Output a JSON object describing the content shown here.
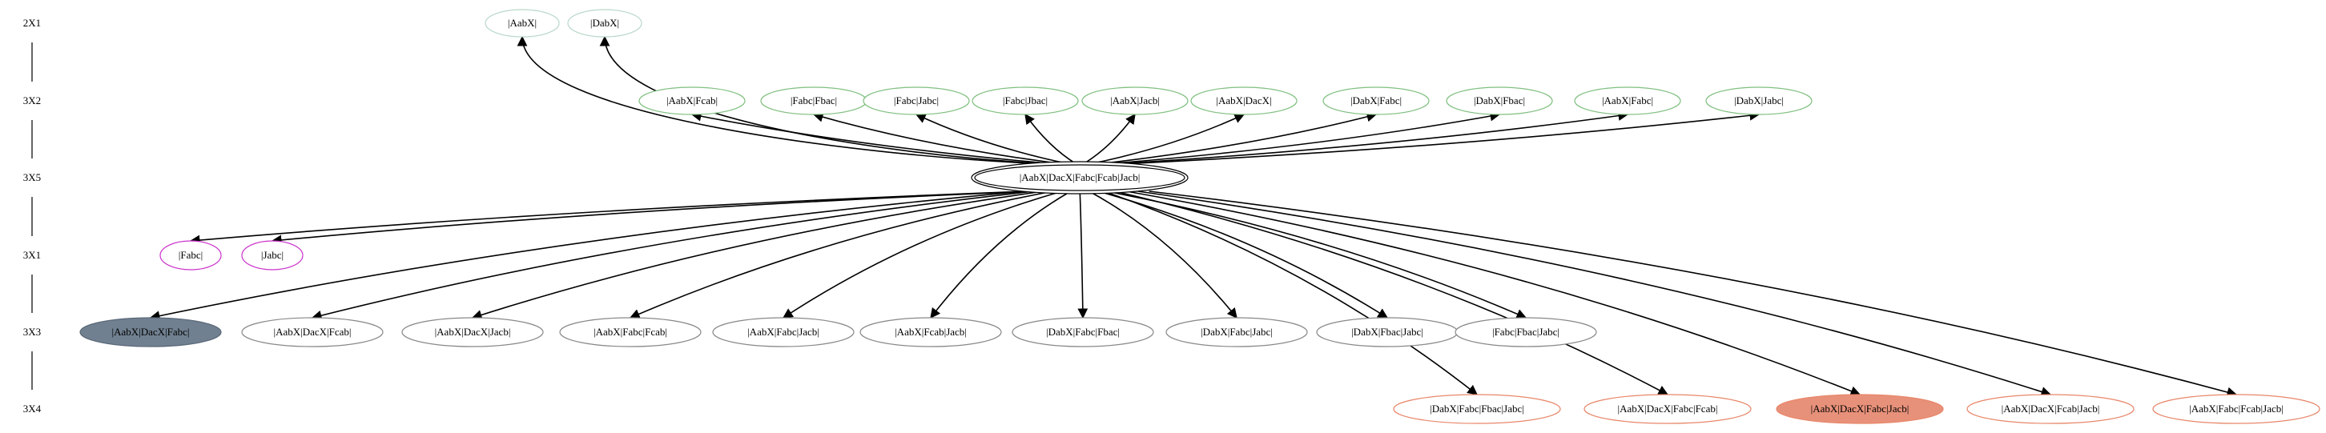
{
  "colors": {
    "top": "#b8d7c8",
    "row2": "#7fbf7f",
    "center": "#000000",
    "pink": "#cc33cc",
    "grey": "#888888",
    "orange": "#e8876a",
    "dark_fill": "#708090",
    "orange_fill": "#e8917a",
    "edge": "#000000"
  },
  "levels": [
    "2X1",
    "3X2",
    "3X5",
    "3X1",
    "3X3",
    "3X4"
  ],
  "center": "|AabX|DacX|Fabc|Fcab|Jacb|",
  "row_2x1": [
    {
      "label": "|AabX|"
    },
    {
      "label": "|DabX|"
    }
  ],
  "row_3x2": [
    {
      "label": "|AabX|Fcab|"
    },
    {
      "label": "|Fabc|Fbac|"
    },
    {
      "label": "|Fabc|Jabc|"
    },
    {
      "label": "|Fabc|Jbac|"
    },
    {
      "label": "|AabX|Jacb|"
    },
    {
      "label": "|AabX|DacX|"
    },
    {
      "label": "|DabX|Fabc|"
    },
    {
      "label": "|DabX|Fbac|"
    },
    {
      "label": "|AabX|Fabc|"
    },
    {
      "label": "|DabX|Jabc|"
    }
  ],
  "row_3x1": [
    {
      "label": "|Fabc|"
    },
    {
      "label": "|Jabc|"
    }
  ],
  "row_3x3": [
    {
      "label": "|AabX|DacX|Fabc|",
      "filled": true
    },
    {
      "label": "|AabX|DacX|Fcab|"
    },
    {
      "label": "|AabX|DacX|Jacb|"
    },
    {
      "label": "|AabX|Fabc|Fcab|"
    },
    {
      "label": "|AabX|Fabc|Jacb|"
    },
    {
      "label": "|AabX|Fcab|Jacb|"
    },
    {
      "label": "|DabX|Fabc|Fbac|"
    },
    {
      "label": "|DabX|Fabc|Jabc|"
    },
    {
      "label": "|DabX|Fbac|Jabc|"
    },
    {
      "label": "|Fabc|Fbac|Jabc|"
    }
  ],
  "row_3x4": [
    {
      "label": "|DabX|Fabc|Fbac|Jabc|"
    },
    {
      "label": "|AabX|DacX|Fabc|Fcab|"
    },
    {
      "label": "|AabX|DacX|Fabc|Jacb|",
      "filled": true
    },
    {
      "label": "|AabX|DacX|Fcab|Jacb|"
    },
    {
      "label": "|AabX|Fabc|Fcab|Jacb|"
    }
  ]
}
